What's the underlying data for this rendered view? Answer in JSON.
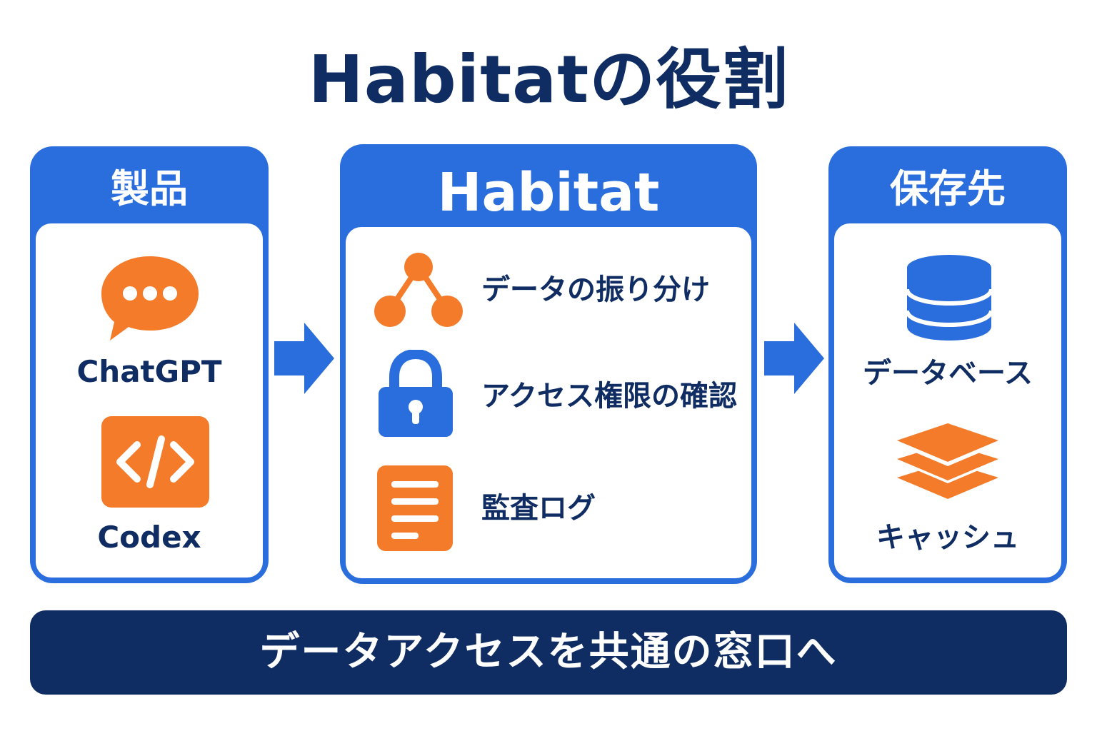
{
  "title": "Habitatの役割",
  "panels": {
    "products": {
      "header": "製品",
      "items": [
        {
          "label": "ChatGPT",
          "icon": "chat-bubble-icon"
        },
        {
          "label": "Codex",
          "icon": "code-icon"
        }
      ]
    },
    "habitat": {
      "header": "Habitat",
      "items": [
        {
          "label": "データの振り分け",
          "icon": "branch-icon"
        },
        {
          "label": "アクセス権限の確認",
          "icon": "lock-icon"
        },
        {
          "label": "監査ログ",
          "icon": "document-icon"
        }
      ]
    },
    "storage": {
      "header": "保存先",
      "items": [
        {
          "label": "データベース",
          "icon": "database-icon"
        },
        {
          "label": "キャッシュ",
          "icon": "layers-icon"
        }
      ]
    }
  },
  "banner": "データアクセスを共通の窓口へ",
  "colors": {
    "navy": "#0f2d63",
    "blue": "#2a6ddc",
    "orange": "#f47b2a",
    "white": "#ffffff"
  }
}
